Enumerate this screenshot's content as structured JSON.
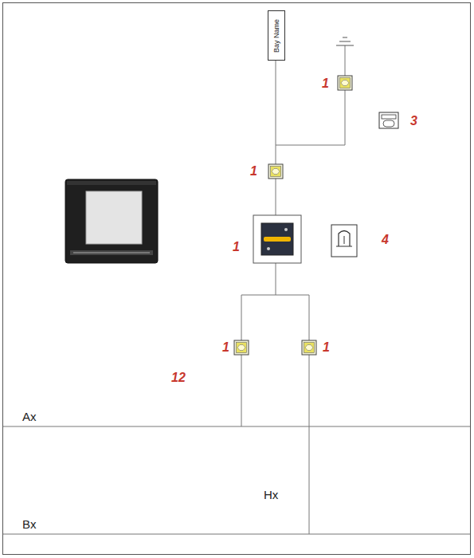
{
  "diagram": {
    "nodes": [
      {
        "text": [
          "Bay Name"
        ]
      }
    ],
    "labels": [
      "1",
      "3",
      "1",
      "1",
      "4",
      "1",
      "1",
      "12",
      "Ax",
      "Hx",
      "Bx"
    ]
  }
}
